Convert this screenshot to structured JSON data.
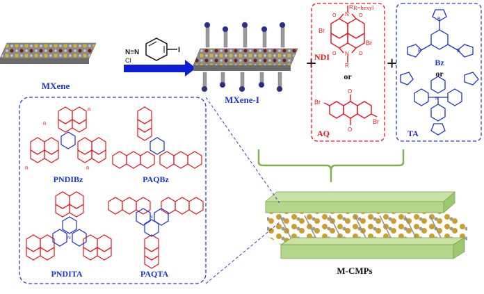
{
  "labels": {
    "mxene": "MXene",
    "mxene_i": "MXene-I",
    "m_cmps": "M-CMPs",
    "plus": "+",
    "ndi": "NDI",
    "aq": "AQ",
    "or": "or",
    "bz": "Bz",
    "ta": "TA",
    "r_hexyl": "R=hexyl",
    "pndibz": "PNDIBz",
    "paqbz": "PAQBz",
    "pndita": "PNDITA",
    "paqta": "PAQTA"
  },
  "atoms": {
    "br": "Br",
    "o": "O",
    "n": "N",
    "r": "R",
    "b": "B",
    "i": "I",
    "cl": "Cl"
  },
  "colors": {
    "mxene_dark": "#7a1f1f",
    "mxene_gold": "#d8b428",
    "mxene_grey": "#a8a8a8",
    "arrow_blue": "#0a1fd6",
    "acceptor_red": "#e8141c",
    "donor_blue": "#1b2fd0",
    "brace_green": "#7fb04a",
    "slab_green": "#b7d98c",
    "box_dash_blue": "#2a3bd8",
    "box_dash_red": "#e8141c"
  }
}
